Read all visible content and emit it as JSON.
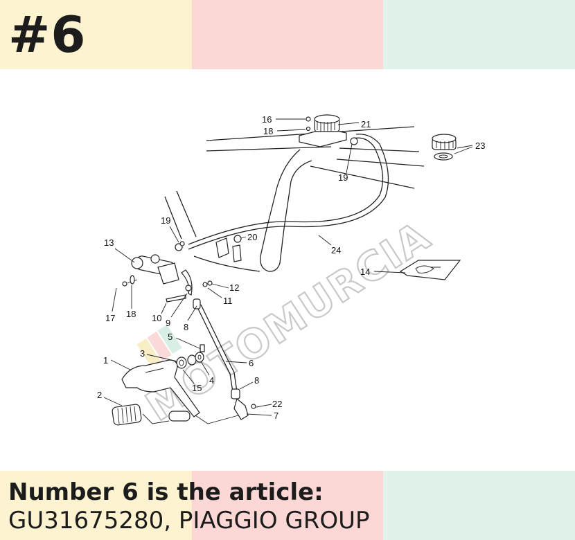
{
  "header": {
    "number": "#6",
    "colors": {
      "yellow": "#fdf3d0",
      "pink": "#fbd8d6",
      "mint": "#e0f2ea"
    }
  },
  "diagram": {
    "watermark": "MOTOMURCIA",
    "labels": {
      "l16": "16",
      "l18a": "18",
      "l21": "21",
      "l23": "23",
      "l19a": "19",
      "l19b": "19",
      "l20": "20",
      "l24": "24",
      "l13": "13",
      "l14": "14",
      "l17": "17",
      "l18b": "18",
      "l10": "10",
      "l9": "9",
      "l8a": "8",
      "l12": "12",
      "l11": "11",
      "l5": "5",
      "l3": "3",
      "l1": "1",
      "l4": "4",
      "l15": "15",
      "l6": "6",
      "l8b": "8",
      "l2": "2",
      "l22": "22",
      "l7": "7"
    }
  },
  "caption": {
    "line1": "Number 6 is the article:",
    "line2": "GU31675280, PIAGGIO GROUP"
  }
}
